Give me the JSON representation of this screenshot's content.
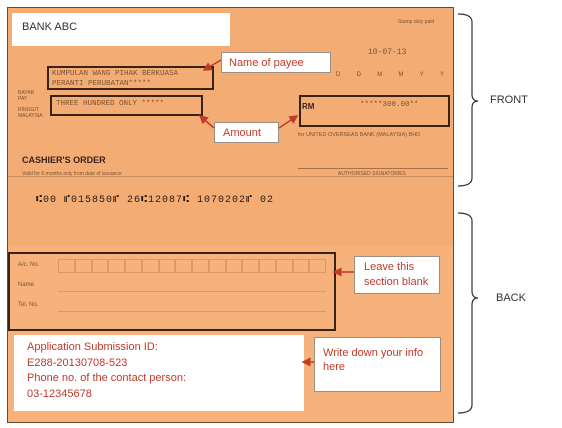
{
  "front": {
    "bank_name": "BANK ABC",
    "stamp_duty": "Stamp duty paid",
    "date_value": "10-07-13",
    "date_letters": [
      "D",
      "D",
      "M",
      "M",
      "Y",
      "Y"
    ],
    "pay_label_1": "BAYAR",
    "pay_label_2": "PAY",
    "payee_line1": "KUMPULAN WANG PIHAK BERKUASA",
    "payee_line2": "PERANTI PERUBATAN*****",
    "amount_label_1": "RINGGIT",
    "amount_label_2": "MALAYSIA",
    "amount_words": "THREE HUNDRED ONLY *****",
    "rm_label": "RM",
    "rm_value": "*****300.00**",
    "for_bank": "for UNITED OVERSEAS BANK (MALAYSIA) BHD",
    "title": "CASHIER'S ORDER",
    "validity": "Valid for 6 months only from date of issuance",
    "authorised": "AUTHORISED SIGNATORIES",
    "micr": "⑆00 ⑈015850⑈ 26⑆12087⑆ 1070202⑈ 02"
  },
  "back": {
    "fields": [
      "A/c. No.",
      "Name",
      "Tel. No."
    ]
  },
  "annotations": {
    "name_of_payee": "Name of payee",
    "amount": "Amount",
    "leave_blank_line1": "Leave this",
    "leave_blank_line2": "section blank",
    "write_info_line1": "Write down your info",
    "write_info_line2": "here",
    "front_label": "FRONT",
    "back_label": "BACK"
  },
  "info_box": {
    "line1": "Application Submission ID:",
    "line2": "E288-20130708-523",
    "line3": "Phone no. of the contact person:",
    "line4": "03-12345678"
  },
  "colors": {
    "cheque": "#f3ad74",
    "back": "#f6b27a",
    "annotation_text": "#c0392b",
    "arrow": "#c0392b",
    "outline": "#3a2218"
  }
}
